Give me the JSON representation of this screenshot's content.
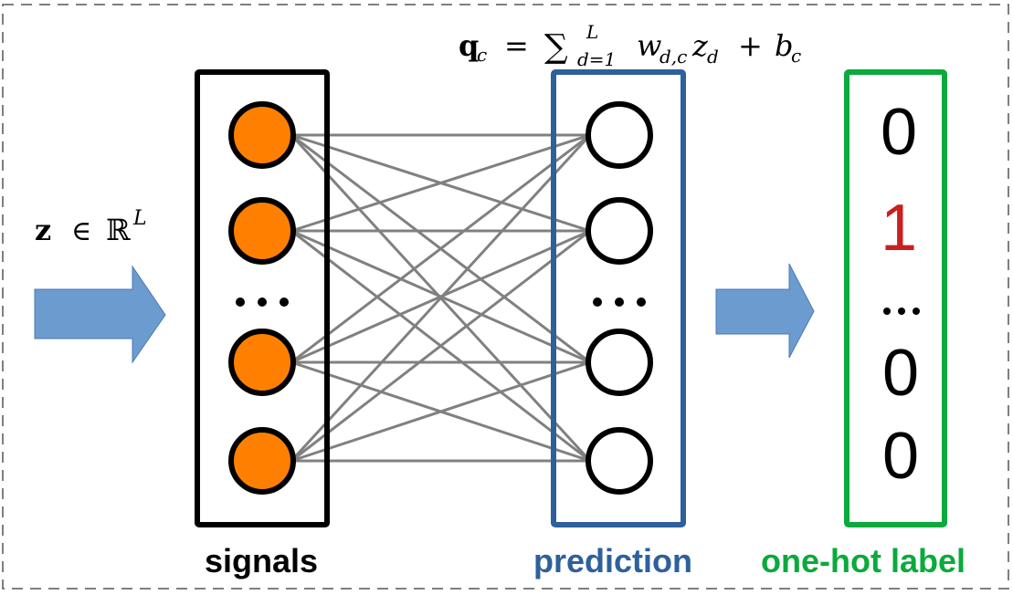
{
  "formula": {
    "lhs": "q",
    "lhs_sub": "c",
    "equals": "=",
    "sum": "∑",
    "sum_sup": "L",
    "sum_sub": "d=1",
    "w": "w",
    "w_sub": "d,c",
    "z": "z",
    "z_sub": "d",
    "plus": "+",
    "b": "b",
    "b_sub": "c"
  },
  "input_label": {
    "z": "z",
    "in": "∈",
    "R": "ℝ",
    "sup": "L"
  },
  "signals": {
    "label": "signals",
    "color": "#000000",
    "node_color": "#ff8000",
    "node_count_shown": 4,
    "ellipsis": "• • •"
  },
  "prediction": {
    "label": "prediction",
    "color": "#2e609c",
    "node_count_shown": 4,
    "ellipsis": "• • •"
  },
  "one_hot": {
    "label": "one-hot label",
    "color": "#0aaa3c",
    "values": [
      "0",
      "1",
      "…",
      "0",
      "0"
    ],
    "hot_index": 1,
    "hot_color": "#c8201e"
  },
  "colors": {
    "arrow_fill": "#6c9bd0",
    "arrow_stroke": "#4a7ab5",
    "edge": "#808080",
    "border": "#555555"
  }
}
